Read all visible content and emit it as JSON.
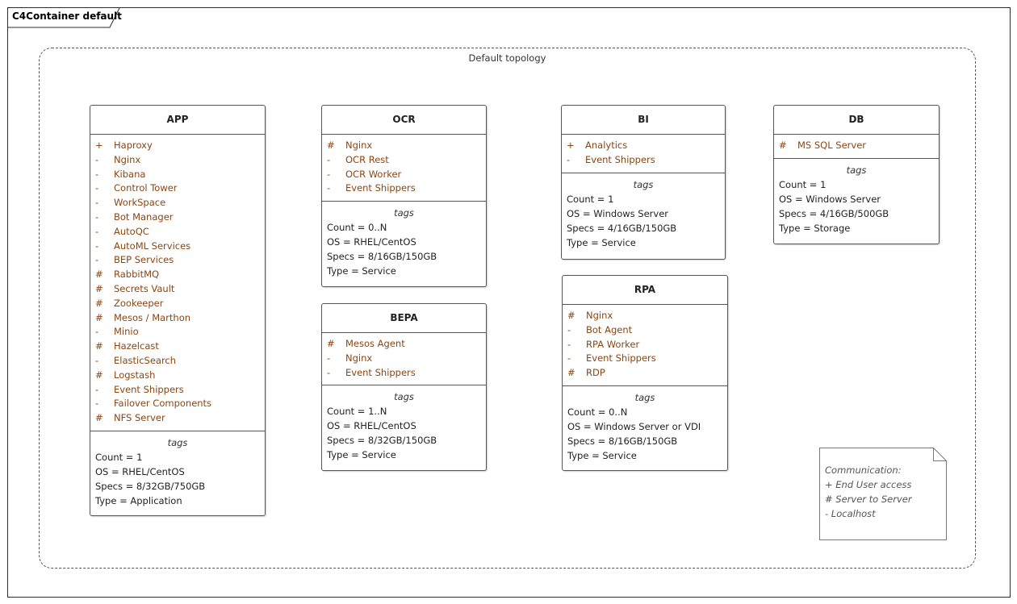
{
  "frame": {
    "title": "C4Container default"
  },
  "boundary": {
    "label": "Default topology"
  },
  "containers": {
    "app": {
      "name": "APP",
      "attributes": [
        {
          "vis": "+",
          "name": "Haproxy"
        },
        {
          "vis": "-",
          "name": "Nginx"
        },
        {
          "vis": "-",
          "name": "Kibana"
        },
        {
          "vis": "-",
          "name": "Control Tower"
        },
        {
          "vis": "-",
          "name": "WorkSpace"
        },
        {
          "vis": "-",
          "name": "Bot Manager"
        },
        {
          "vis": "-",
          "name": "AutoQC"
        },
        {
          "vis": "-",
          "name": "AutoML Services"
        },
        {
          "vis": "-",
          "name": "BEP Services"
        },
        {
          "vis": "#",
          "name": "RabbitMQ"
        },
        {
          "vis": "#",
          "name": "Secrets Vault"
        },
        {
          "vis": "#",
          "name": "Zookeeper"
        },
        {
          "vis": "#",
          "name": "Mesos / Marthon"
        },
        {
          "vis": "-",
          "name": "Minio"
        },
        {
          "vis": "#",
          "name": "Hazelcast"
        },
        {
          "vis": "-",
          "name": "ElasticSearch"
        },
        {
          "vis": "#",
          "name": "Logstash"
        },
        {
          "vis": "-",
          "name": "Event Shippers"
        },
        {
          "vis": "-",
          "name": "Failover Components"
        },
        {
          "vis": "#",
          "name": "NFS Server"
        }
      ],
      "tags_label": "tags",
      "tags": [
        "Count = 1",
        "OS = RHEL/CentOS",
        "Specs = 8/32GB/750GB",
        "Type = Application"
      ]
    },
    "ocr": {
      "name": "OCR",
      "attributes": [
        {
          "vis": "#",
          "name": "Nginx"
        },
        {
          "vis": "-",
          "name": "OCR Rest"
        },
        {
          "vis": "-",
          "name": "OCR Worker"
        },
        {
          "vis": "-",
          "name": "Event Shippers"
        }
      ],
      "tags_label": "tags",
      "tags": [
        "Count = 0..N",
        "OS = RHEL/CentOS",
        "Specs = 8/16GB/150GB",
        "Type = Service"
      ]
    },
    "bepa": {
      "name": "BEPA",
      "attributes": [
        {
          "vis": "#",
          "name": "Mesos Agent"
        },
        {
          "vis": "-",
          "name": "Nginx"
        },
        {
          "vis": "-",
          "name": "Event Shippers"
        }
      ],
      "tags_label": "tags",
      "tags": [
        "Count = 1..N",
        "OS = RHEL/CentOS",
        "Specs = 8/32GB/150GB",
        "Type = Service"
      ]
    },
    "bi": {
      "name": "BI",
      "attributes": [
        {
          "vis": "+",
          "name": "Analytics"
        },
        {
          "vis": "-",
          "name": "Event Shippers"
        }
      ],
      "tags_label": "tags",
      "tags": [
        "Count = 1",
        "OS = Windows Server",
        "Specs = 4/16GB/150GB",
        "Type = Service"
      ]
    },
    "rpa": {
      "name": "RPA",
      "attributes": [
        {
          "vis": "#",
          "name": "Nginx"
        },
        {
          "vis": "-",
          "name": "Bot Agent"
        },
        {
          "vis": "-",
          "name": "RPA Worker"
        },
        {
          "vis": "-",
          "name": "Event Shippers"
        },
        {
          "vis": "#",
          "name": "RDP"
        }
      ],
      "tags_label": "tags",
      "tags": [
        "Count = 0..N",
        "OS = Windows Server or VDI",
        "Specs = 8/16GB/150GB",
        "Type = Service"
      ]
    },
    "db": {
      "name": "DB",
      "attributes": [
        {
          "vis": "#",
          "name": "MS SQL Server"
        }
      ],
      "tags_label": "tags",
      "tags": [
        "Count = 1",
        "OS = Windows Server",
        "Specs = 4/16GB/500GB",
        "Type = Storage"
      ]
    }
  },
  "note": {
    "lines": [
      "Communication:",
      "+ End User access",
      "# Server to Server",
      "- Localhost"
    ]
  },
  "colors": {
    "attribute_text": "#8b4513",
    "border": "#555555"
  }
}
